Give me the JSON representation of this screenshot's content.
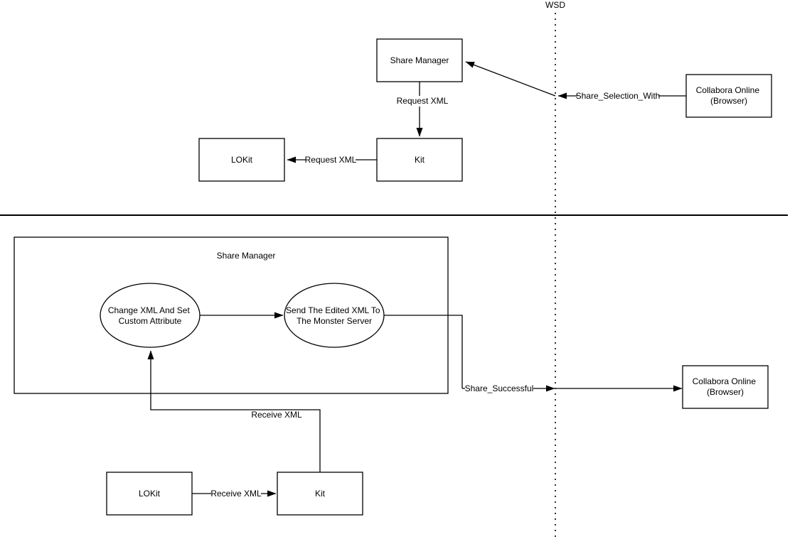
{
  "diagram": {
    "lifeline_label": "WSD",
    "top": {
      "share_manager_box": "Share Manager",
      "request_xml_down_label": "Request XML",
      "kit_box": "Kit",
      "request_xml_left_label": "Request XML",
      "lokit_box": "LOKit",
      "collabora_box_line1": "Collabora Online",
      "collabora_box_line2": "(Browser)",
      "share_selection_with_label": "Share_Selection_With"
    },
    "bottom": {
      "container_label": "Share Manager",
      "ellipse_change_line1": "Change XML And Set",
      "ellipse_change_line2": "Custom Attribute",
      "ellipse_send_line1": "Send The Edited XML To",
      "ellipse_send_line2": "The Monster Server",
      "share_successful_label": "Share_Successful",
      "collabora_box_line1": "Collabora Online",
      "collabora_box_line2": "(Browser)",
      "receive_xml_upper_label": "Receive XML",
      "lokit_box": "LOKit",
      "receive_xml_lower_label": "Receive XML",
      "kit_box": "Kit"
    },
    "colors": {
      "stroke": "#000000",
      "background": "#ffffff"
    }
  }
}
